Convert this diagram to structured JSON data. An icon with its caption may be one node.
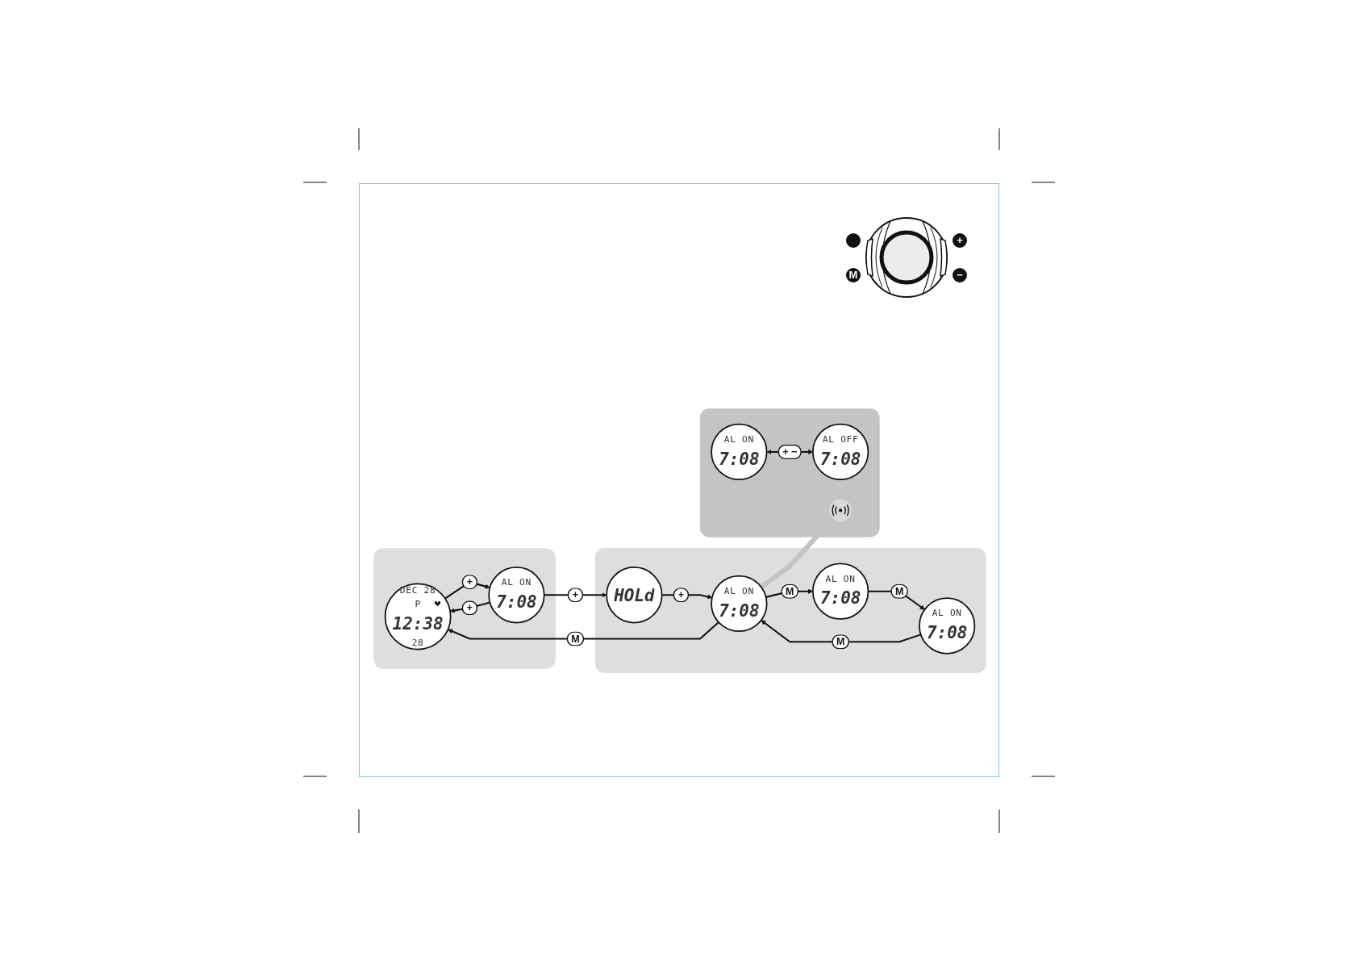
{
  "diagram": {
    "nodes": [
      {
        "text": [],
        "shape": "box"
      },
      {
        "text": [
          "DEC 28",
          "P",
          "12:38",
          "28"
        ],
        "in": 0
      },
      {
        "text": [
          "AL ON",
          "7:08"
        ],
        "in": 0
      },
      {
        "text": [],
        "shape": "box"
      },
      {
        "text": [
          "AL ON",
          "7:08"
        ],
        "in": 3
      },
      {
        "text": [
          "HOLd"
        ],
        "in": 3
      },
      {
        "text": [
          "AL ON",
          "7:08"
        ],
        "in": 3
      },
      {
        "text": [
          "AL ON",
          "7:08"
        ],
        "in": 3
      },
      {
        "text": [],
        "shape": "box"
      },
      {
        "text": [
          "AL ON",
          "7:08"
        ],
        "in": 8
      },
      {
        "text": [],
        "shape": "circle",
        "in": 8
      },
      {
        "text": [
          "AL OFF",
          "7:08"
        ],
        "in": 8
      }
    ],
    "edges": [
      {
        "from": 1,
        "to": 2,
        "label": "+",
        "arrow": "to"
      },
      {
        "from": 2,
        "to": 1,
        "label": "+",
        "arrow": "to"
      },
      {
        "from": 4,
        "to": 1,
        "label": "M",
        "arrow": "to"
      },
      {
        "from": 2,
        "to": 5,
        "label": "+",
        "arrow": "to"
      },
      {
        "from": 5,
        "to": 4,
        "label": "+",
        "arrow": "to"
      },
      {
        "from": 4,
        "to": 6,
        "label": "M",
        "arrow": "to"
      },
      {
        "from": 7,
        "to": 4,
        "label": "M",
        "arrow": "to"
      },
      {
        "from": 6,
        "to": 7,
        "label": "M",
        "arrow": "to"
      },
      {
        "from": 4,
        "to": 10,
        "arrow": "none",
        "style": "thick",
        "color": "#c4c4c4"
      },
      {
        "from": 9,
        "to": 11,
        "label": "+ −",
        "arrow": "both"
      }
    ],
    "labels": [
      "+",
      "M",
      "−"
    ]
  }
}
